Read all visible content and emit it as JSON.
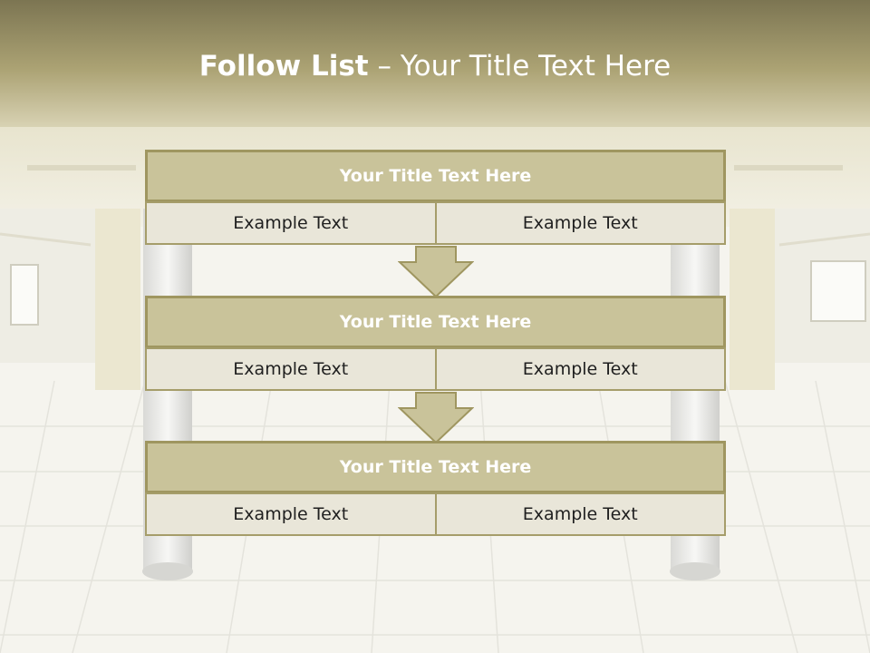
{
  "slide": {
    "title_bold": "Follow List",
    "title_rest": " – Your Title Text Here"
  },
  "steps": [
    {
      "title": "Your Title Text Here",
      "left": "Example Text",
      "right": "Example Text"
    },
    {
      "title": "Your Title Text Here",
      "left": "Example Text",
      "right": "Example Text"
    },
    {
      "title": "Your Title Text Here",
      "left": "Example Text",
      "right": "Example Text"
    }
  ],
  "colors": {
    "header_band": "#8a8458",
    "block_title": "#c9c39a",
    "block_border": "#9f9660",
    "cell_fill": "#e9e6d9",
    "arrow_fill": "#c9c39a"
  }
}
